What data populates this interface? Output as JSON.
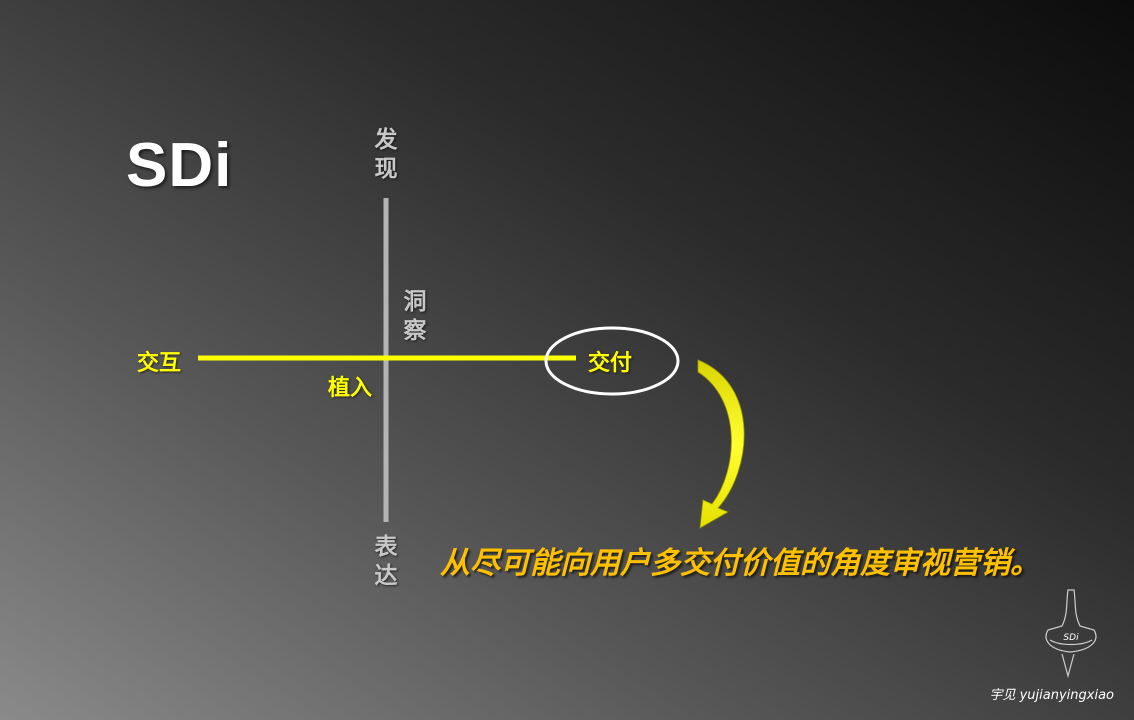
{
  "slide": {
    "title": "SDi",
    "vertical_axis": {
      "top_label": "发现",
      "bottom_label": "表达",
      "middle_label": "洞察"
    },
    "horizontal_axis": {
      "left_label": "交互",
      "right_label": "交付",
      "middle_label": "植入"
    },
    "slogan": "从尽可能向用户多交付价值的角度审视营销。",
    "logo_text": "SDi",
    "credit": "宇见 yujianyingxiao"
  },
  "colors": {
    "accent_yellow": "#ffff00",
    "slogan_gold": "#ffc000",
    "axis_gray": "#b4b4b4",
    "ellipse_white": "#ffffff"
  }
}
